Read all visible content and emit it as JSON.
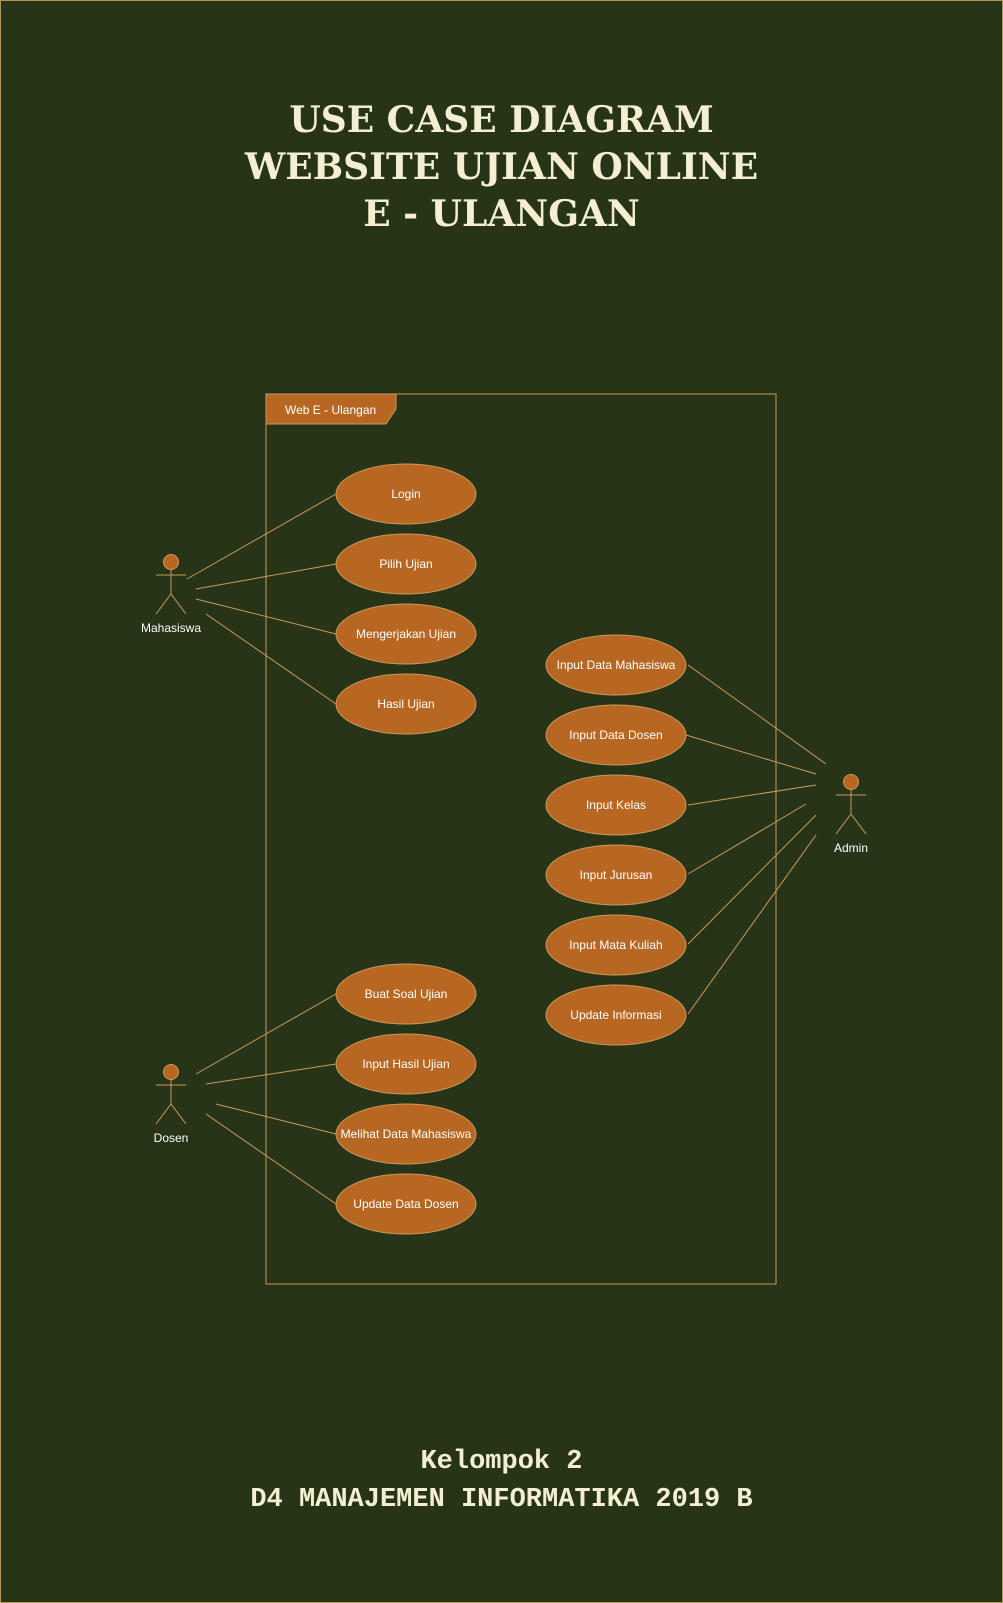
{
  "title": {
    "line1": "USE CASE DIAGRAM",
    "line2": "WEBSITE UJIAN ONLINE",
    "line3": "E - ULANGAN"
  },
  "system": {
    "label": "Web E - Ulangan"
  },
  "actors": {
    "mahasiswa": "Mahasiswa",
    "dosen": "Dosen",
    "admin": "Admin"
  },
  "use_cases": {
    "login": "Login",
    "pilih_ujian": "Pilih Ujian",
    "mengerjakan_ujian": "Mengerjakan Ujian",
    "hasil_ujian": "Hasil Ujian",
    "input_data_mahasiswa": "Input Data Mahasiswa",
    "input_data_dosen": "Input Data Dosen",
    "input_kelas": "Input Kelas",
    "input_jurusan": "Input Jurusan",
    "input_mata_kuliah": "Input Mata Kuliah",
    "update_informasi": "Update Informasi",
    "buat_soal_ujian": "Buat Soal Ujian",
    "input_hasil_ujian": "Input Hasil Ujian",
    "melihat_data_mahasiswa": "Melihat Data Mahasiswa",
    "update_data_dosen": "Update Data Dosen"
  },
  "footer": {
    "line1": "Kelompok 2",
    "line2": "D4 MANAJEMEN INFORMATIKA 2019 B"
  },
  "colors": {
    "background": "#273417",
    "accent": "#b86722",
    "line": "#c99a5b",
    "title_text": "#f4efd2"
  }
}
